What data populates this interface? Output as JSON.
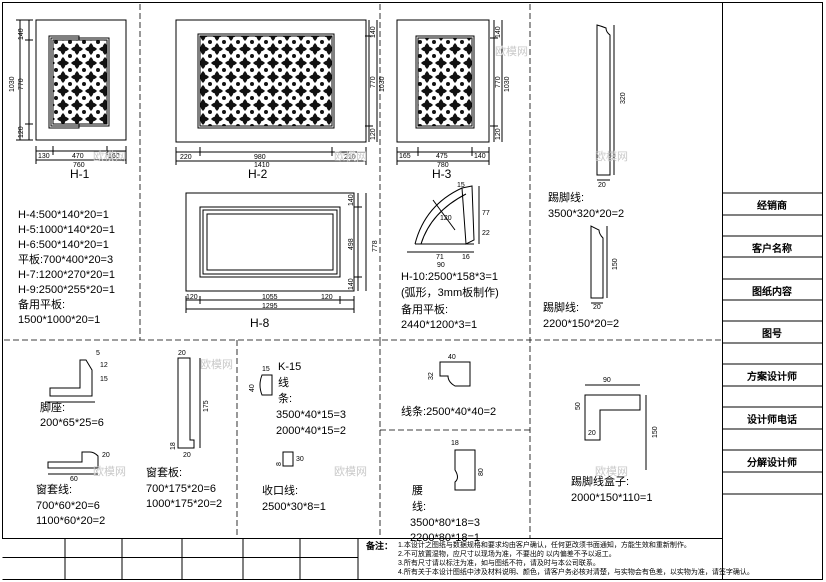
{
  "doors": {
    "h1": {
      "label": "H-1",
      "dims_h": [
        "130",
        "470",
        "160",
        "760"
      ],
      "dims_v": [
        "140",
        "770",
        "120",
        "1030"
      ]
    },
    "h2": {
      "label": "H-2",
      "dims_h": [
        "220",
        "980",
        "210",
        "1410"
      ],
      "dims_v": [
        "140",
        "770",
        "120",
        "1030"
      ]
    },
    "h3": {
      "label": "H-3",
      "dims_h": [
        "165",
        "475",
        "140",
        "780"
      ],
      "dims_v": [
        "140",
        "770",
        "120",
        "1030"
      ]
    },
    "h8": {
      "label": "H-8",
      "dims_h": [
        "120",
        "1055",
        "120",
        "1295"
      ],
      "dims_v": [
        "140",
        "498",
        "140",
        "778"
      ]
    }
  },
  "spec_list": [
    "H-4:500*140*20=1",
    "H-5:1000*140*20=1",
    "H-6:500*140*20=1",
    "平板:700*400*20=3",
    "H-7:1200*270*20=1",
    "H-9:2500*255*20=1",
    "备用平板:",
    "1500*1000*20=1"
  ],
  "h10": {
    "dims": [
      "15",
      "77",
      "22",
      "120",
      "71",
      "16",
      "90"
    ],
    "spec": "H-10:2500*158*3=1",
    "note": "(弧形，3mm板制作)",
    "spare_label": "备用平板:",
    "spare_spec": "2440*1200*3=1"
  },
  "skirting": {
    "dim_top_height": "320",
    "dim_top_width": "20",
    "top_label": "踢脚线:",
    "top_spec": "3500*320*20=2",
    "dim_bottom_height": "150",
    "dim_bottom_width": "20",
    "bottom_label": "踢脚线:",
    "bottom_spec": "2200*150*20=2"
  },
  "parts": {
    "base_label": "脚座:",
    "base_spec": "200*65*25=6",
    "base_dims": [
      "5",
      "12",
      "15"
    ],
    "window_line_label": "窗套线:",
    "window_line_specs": [
      "700*60*20=6",
      "1100*60*20=2"
    ],
    "window_line_dims": [
      "20",
      "60"
    ],
    "window_board_label": "窗套板:",
    "window_board_specs": [
      "700*175*20=6",
      "1000*175*20=2"
    ],
    "window_board_dims": [
      "20",
      "175",
      "18",
      "20"
    ],
    "k15_title": "K-15",
    "k15_chars": [
      "线",
      "条:"
    ],
    "k15_specs": [
      "3500*40*15=3",
      "2000*40*15=2"
    ],
    "k15_dims": [
      "15",
      "40"
    ],
    "trim_label": "收口线:",
    "trim_spec": "2500*30*8=1",
    "trim_dims": [
      "8",
      "30"
    ],
    "strip_label": "线条:",
    "strip_spec": "2500*40*40=2",
    "strip_dims": [
      "40",
      "32"
    ],
    "waist_char": "腰",
    "waist_label": "线:",
    "waist_specs": [
      "3500*80*18=3",
      "2200*80*18=1"
    ],
    "waist_dims": [
      "18",
      "80"
    ],
    "box_label": "踢脚线盒子:",
    "box_spec": "2000*150*110=1",
    "box_dims": [
      "90",
      "50",
      "20",
      "150"
    ]
  },
  "title_block": {
    "rows": [
      "经销商",
      "客户名称",
      "图纸内容",
      "图号",
      "方案设计师",
      "设计师电话",
      "分解设计师"
    ]
  },
  "notes": {
    "heading": "备注：",
    "lines": [
      "1.本设计之图纸与数据规格和要求均由客户确认，任何更改须书面通知，方能生效和重新制作。",
      "2.不可放置湿物，应尺寸以现场为准，不要出的 以内偏差不予以返工。",
      "3.所有尺寸请以标注为准，如与图纸不符，请及时与本公司联系。",
      "4.所有关于本设计图纸中涉及材料说明、颜色，请客户务必核对清楚，与实物会有色差，以实物为准，请签字确认。"
    ]
  },
  "watermarks": [
    "欧模网",
    "欧模网",
    "欧模网",
    "欧模网",
    "欧模网",
    "欧模网",
    "欧模网",
    "欧模网"
  ],
  "colors": {
    "line": "#000000",
    "watermark": "#c9c9c9"
  }
}
